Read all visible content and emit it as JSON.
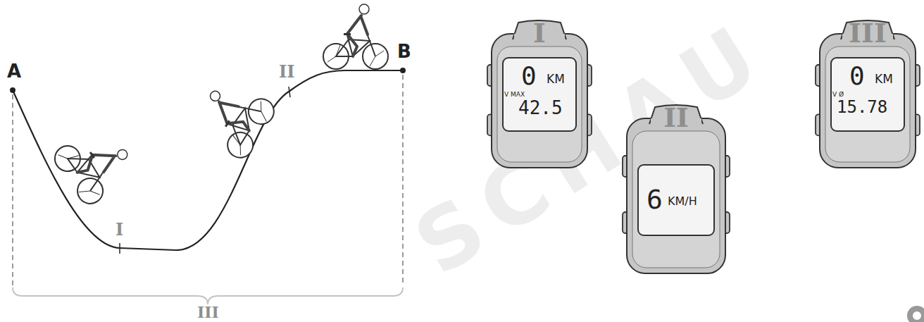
{
  "diagram": {
    "nodes": [
      {
        "text": [
          "I",
          "0",
          "KM",
          "V MAX",
          "42.5"
        ]
      },
      {
        "text": [
          "II",
          "6",
          "KM/H"
        ]
      },
      {
        "text": [
          "III",
          "0",
          "KM",
          "V Ø",
          "15.78"
        ]
      }
    ],
    "labels": [
      "A",
      "B",
      "I",
      "II",
      "III",
      "SCHAU"
    ]
  }
}
